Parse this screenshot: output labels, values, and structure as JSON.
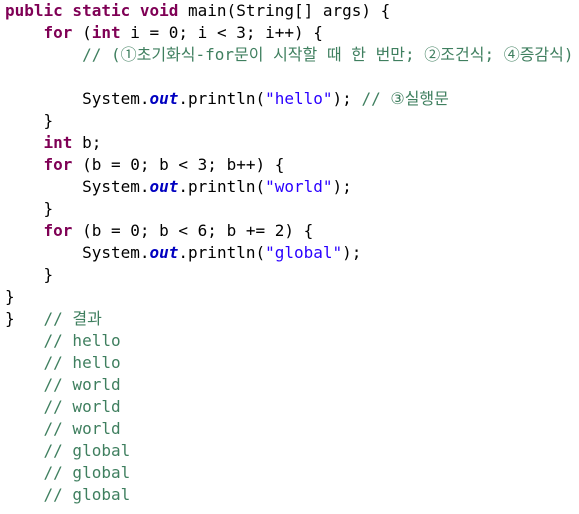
{
  "theme": {
    "keyword": "#7f0055",
    "field": "#0000c0",
    "string": "#2a00ff",
    "comment": "#3f7f5f",
    "text": "#000000",
    "background": "#ffffff"
  },
  "lines": [
    {
      "tokens": [
        {
          "t": "public static void",
          "k": "kw"
        },
        {
          "t": " main(String[] args) {",
          "k": "lit"
        }
      ]
    },
    {
      "tokens": [
        {
          "t": "    ",
          "k": "lit"
        },
        {
          "t": "for",
          "k": "kw"
        },
        {
          "t": " (",
          "k": "lit"
        },
        {
          "t": "int",
          "k": "kw"
        },
        {
          "t": " i = 0; i < 3; i++) {",
          "k": "lit"
        }
      ]
    },
    {
      "tokens": [
        {
          "t": "        ",
          "k": "lit"
        },
        {
          "t": "// (①초기화식-for문이 시작할 때 한 번만; ②조건식; ④증감식)",
          "k": "cmt"
        }
      ]
    },
    {
      "tokens": [
        {
          "t": "",
          "k": "lit"
        }
      ]
    },
    {
      "tokens": [
        {
          "t": "        System.",
          "k": "lit"
        },
        {
          "t": "out",
          "k": "fld"
        },
        {
          "t": ".println(",
          "k": "lit"
        },
        {
          "t": "\"hello\"",
          "k": "str"
        },
        {
          "t": "); ",
          "k": "lit"
        },
        {
          "t": "// ③실행문",
          "k": "cmt"
        }
      ]
    },
    {
      "tokens": [
        {
          "t": "    }",
          "k": "lit"
        }
      ]
    },
    {
      "tokens": [
        {
          "t": "    ",
          "k": "lit"
        },
        {
          "t": "int",
          "k": "kw"
        },
        {
          "t": " b;",
          "k": "lit"
        }
      ]
    },
    {
      "tokens": [
        {
          "t": "    ",
          "k": "lit"
        },
        {
          "t": "for",
          "k": "kw"
        },
        {
          "t": " (b = 0; b < 3; b++) {",
          "k": "lit"
        }
      ]
    },
    {
      "tokens": [
        {
          "t": "        System.",
          "k": "lit"
        },
        {
          "t": "out",
          "k": "fld"
        },
        {
          "t": ".println(",
          "k": "lit"
        },
        {
          "t": "\"world\"",
          "k": "str"
        },
        {
          "t": ");",
          "k": "lit"
        }
      ]
    },
    {
      "tokens": [
        {
          "t": "    }",
          "k": "lit"
        }
      ]
    },
    {
      "tokens": [
        {
          "t": "    ",
          "k": "lit"
        },
        {
          "t": "for",
          "k": "kw"
        },
        {
          "t": " (b = 0; b < 6; b += 2) {",
          "k": "lit"
        }
      ]
    },
    {
      "tokens": [
        {
          "t": "        System.",
          "k": "lit"
        },
        {
          "t": "out",
          "k": "fld"
        },
        {
          "t": ".println(",
          "k": "lit"
        },
        {
          "t": "\"global\"",
          "k": "str"
        },
        {
          "t": ");",
          "k": "lit"
        }
      ]
    },
    {
      "tokens": [
        {
          "t": "    }",
          "k": "lit"
        }
      ]
    },
    {
      "tokens": [
        {
          "t": "}",
          "k": "lit"
        }
      ]
    },
    {
      "tokens": [
        {
          "t": "}   ",
          "k": "lit"
        },
        {
          "t": "// 결과",
          "k": "cmt"
        }
      ]
    },
    {
      "tokens": [
        {
          "t": "    ",
          "k": "lit"
        },
        {
          "t": "// hello",
          "k": "cmt"
        }
      ]
    },
    {
      "tokens": [
        {
          "t": "    ",
          "k": "lit"
        },
        {
          "t": "// hello",
          "k": "cmt"
        }
      ]
    },
    {
      "tokens": [
        {
          "t": "    ",
          "k": "lit"
        },
        {
          "t": "// world",
          "k": "cmt"
        }
      ]
    },
    {
      "tokens": [
        {
          "t": "    ",
          "k": "lit"
        },
        {
          "t": "// world",
          "k": "cmt"
        }
      ]
    },
    {
      "tokens": [
        {
          "t": "    ",
          "k": "lit"
        },
        {
          "t": "// world",
          "k": "cmt"
        }
      ]
    },
    {
      "tokens": [
        {
          "t": "    ",
          "k": "lit"
        },
        {
          "t": "// global",
          "k": "cmt"
        }
      ]
    },
    {
      "tokens": [
        {
          "t": "    ",
          "k": "lit"
        },
        {
          "t": "// global",
          "k": "cmt"
        }
      ]
    },
    {
      "tokens": [
        {
          "t": "    ",
          "k": "lit"
        },
        {
          "t": "// global",
          "k": "cmt"
        }
      ]
    }
  ]
}
